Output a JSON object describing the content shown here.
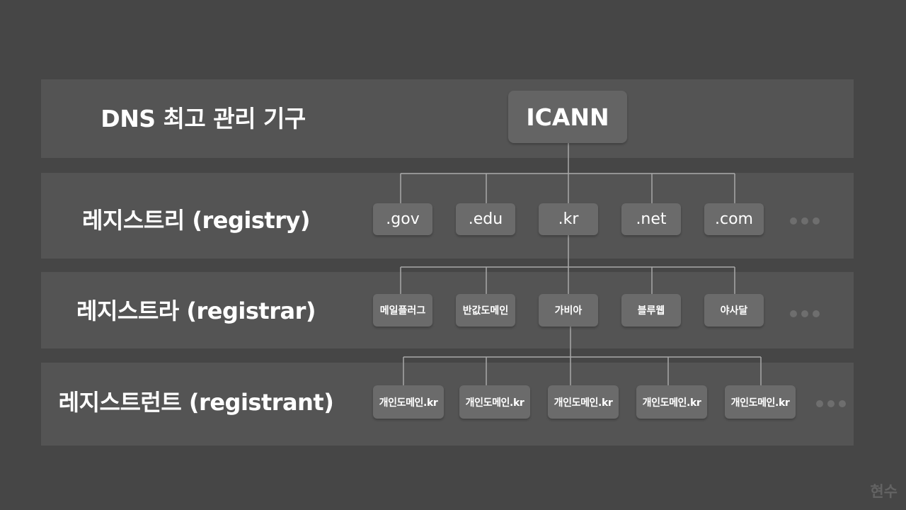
{
  "tiers": [
    {
      "label": "DNS 최고 관리 기구"
    },
    {
      "label": "레지스트리 (registry)"
    },
    {
      "label": "레지스트라 (registrar)"
    },
    {
      "label": "레지스트런트 (registrant)"
    }
  ],
  "root": {
    "label": "ICANN"
  },
  "tlds": [
    ".gov",
    ".edu",
    ".kr",
    ".net",
    ".com"
  ],
  "registrars": [
    "메일플러그",
    "반값도메인",
    "가비아",
    "블루웹",
    "야사달"
  ],
  "registrants": [
    "개인도메인.kr",
    "개인도메인.kr",
    "개인도메인.kr",
    "개인도메인.kr",
    "개인도메인.kr"
  ],
  "watermark": "현수",
  "colors": {
    "background": "#464646",
    "band": "#545454",
    "node": "#6b6b6b",
    "line": "#a8a8a8",
    "dots": "#6e6e6e"
  }
}
